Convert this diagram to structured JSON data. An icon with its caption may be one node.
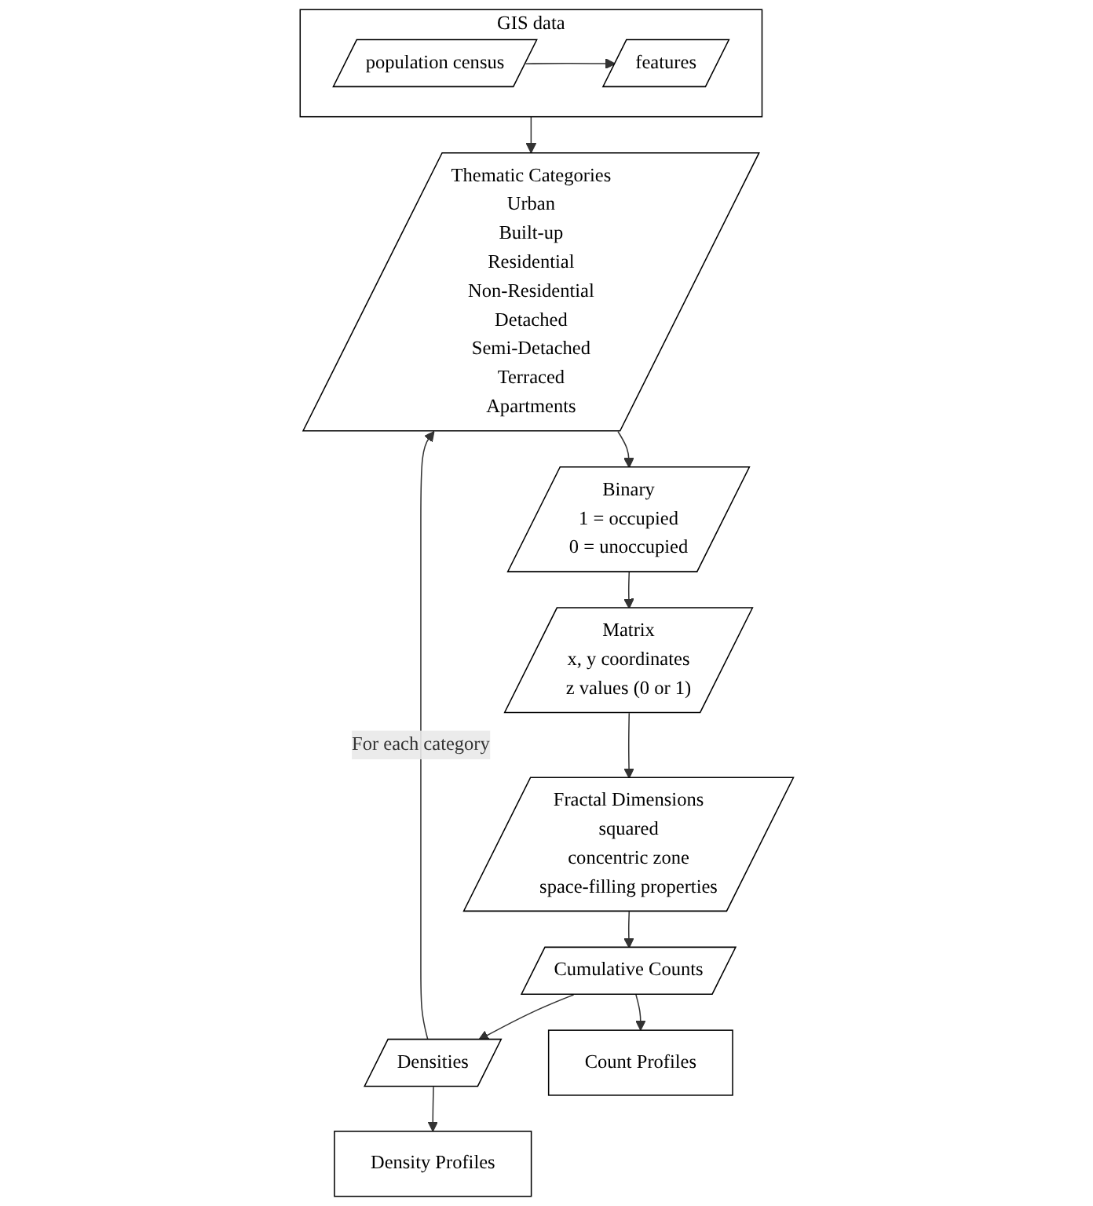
{
  "diagram": {
    "nodes": [
      {
        "text": [
          "GIS data"
        ]
      },
      {
        "text": [
          "population census"
        ],
        "in": 0
      },
      {
        "text": [
          "features"
        ],
        "in": 0
      },
      {
        "text": [
          "Thematic Categories",
          "Urban",
          "Built-up",
          "Residential",
          "Non-Residential",
          "Detached",
          "Semi-Detached",
          "Terraced",
          "Apartments"
        ]
      },
      {
        "text": [
          "Binary",
          "1 = occupied",
          "0 = unoccupied"
        ]
      },
      {
        "text": [
          "Matrix",
          "x, y coordinates",
          "z values (0 or 1)"
        ]
      },
      {
        "text": [
          "Fractal Dimensions",
          "squared",
          "concentric zone",
          "space-filling properties"
        ]
      },
      {
        "text": [
          "Cumulative Counts"
        ]
      },
      {
        "text": [
          "Densities"
        ]
      },
      {
        "text": [
          "Count Profiles"
        ]
      },
      {
        "text": [
          "Density Profiles"
        ]
      }
    ],
    "edges": [
      {
        "from": 1,
        "to": 2,
        "arrow": "to"
      },
      {
        "from": 0,
        "to": 3,
        "arrow": "to"
      },
      {
        "from": 3,
        "to": 4,
        "arrow": "to"
      },
      {
        "from": 4,
        "to": 5,
        "arrow": "to"
      },
      {
        "from": 5,
        "to": 6,
        "arrow": "to"
      },
      {
        "from": 6,
        "to": 7,
        "arrow": "to"
      },
      {
        "from": 7,
        "to": 8,
        "arrow": "to"
      },
      {
        "from": 7,
        "to": 9,
        "arrow": "to"
      },
      {
        "from": 8,
        "to": 10,
        "arrow": "to"
      },
      {
        "from": 8,
        "to": 3,
        "arrow": "to",
        "label": "For each category"
      }
    ]
  }
}
